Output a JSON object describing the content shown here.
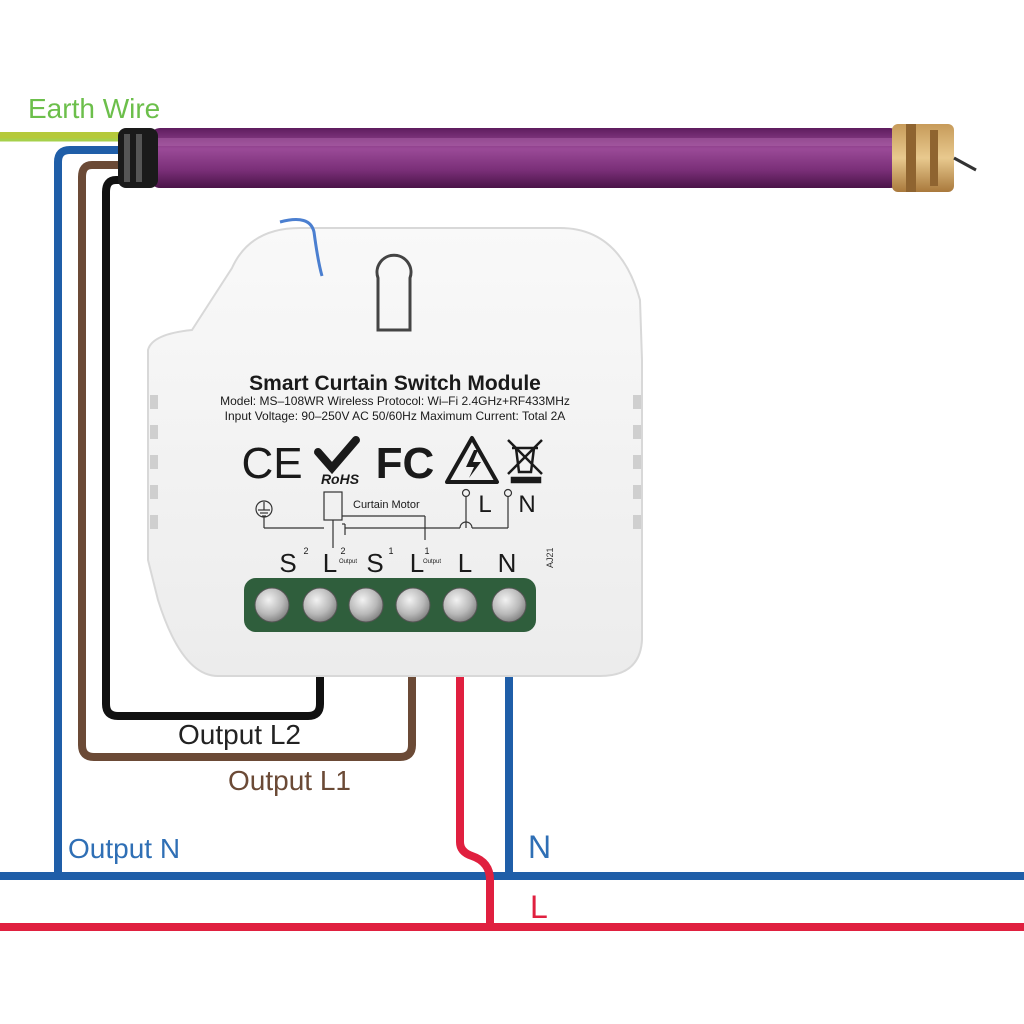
{
  "labels": {
    "earth": "Earth Wire",
    "output_l2": "Output L2",
    "output_l1": "Output L1",
    "output_n": "Output N",
    "neutral": "N",
    "live": "L"
  },
  "module": {
    "title": "Smart Curtain Switch Module",
    "spec_line1": "Model: MS–108WR  Wireless Protocol: Wi–Fi 2.4GHz+RF433MHz",
    "spec_line2": "Input Voltage: 90–250V AC 50/60Hz  Maximum Current: Total 2A",
    "cert_ce": "CE",
    "cert_rohs": "RoHS",
    "cert_fc": "FC",
    "motor_label": "Curtain Motor",
    "schematic_l": "L",
    "schematic_n": "N",
    "code": "AJ21",
    "terminal_sub": "Output",
    "terminals": [
      {
        "main": "S",
        "sup": "2"
      },
      {
        "main": "L",
        "sup": "2"
      },
      {
        "main": "S",
        "sup": "1"
      },
      {
        "main": "L",
        "sup": "1"
      },
      {
        "main": "L",
        "sup": ""
      },
      {
        "main": "N",
        "sup": ""
      }
    ]
  },
  "colors": {
    "earth": "#a6d04a",
    "neutral": "#1f5ea8",
    "live": "#e0203f",
    "brown": "#6b4a36",
    "black": "#111111",
    "motor": "#7a2f78",
    "label_green": "#6cbf4b",
    "label_blue": "#2f6fb5",
    "label_brown": "#6b4a36",
    "label_black": "#222222",
    "terminal_block": "#2f5e3c"
  }
}
